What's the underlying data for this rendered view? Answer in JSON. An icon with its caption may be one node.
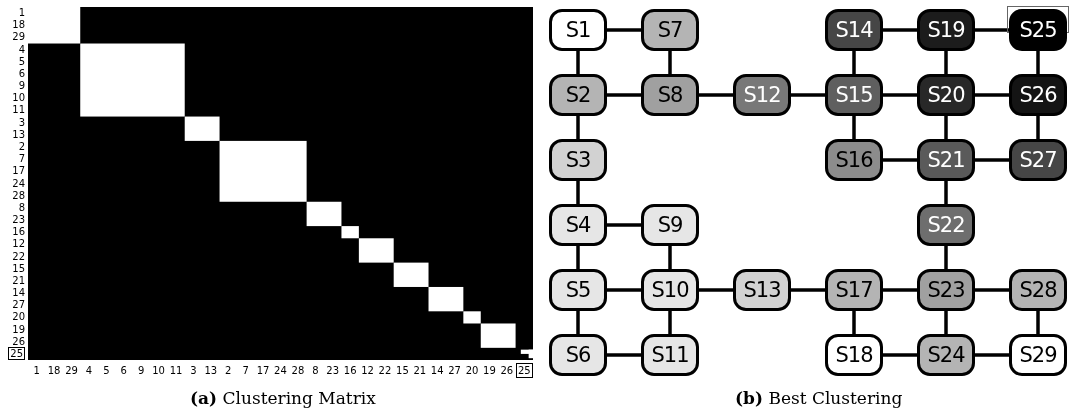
{
  "diagram": {
    "nodes": [
      {
        "text": [
          "S1"
        ]
      },
      {
        "text": [
          "S7"
        ]
      },
      {
        "text": [
          "S14"
        ]
      },
      {
        "text": [
          "S19"
        ]
      },
      {
        "text": [
          "S25"
        ]
      },
      {
        "text": [
          "S2"
        ]
      },
      {
        "text": [
          "S8"
        ]
      },
      {
        "text": [
          "S12"
        ]
      },
      {
        "text": [
          "S15"
        ]
      },
      {
        "text": [
          "S20"
        ]
      },
      {
        "text": [
          "S26"
        ]
      },
      {
        "text": [
          "S3"
        ]
      },
      {
        "text": [
          "S16"
        ]
      },
      {
        "text": [
          "S21"
        ]
      },
      {
        "text": [
          "S27"
        ]
      },
      {
        "text": [
          "S4"
        ]
      },
      {
        "text": [
          "S9"
        ]
      },
      {
        "text": [
          "S22"
        ]
      },
      {
        "text": [
          "S5"
        ]
      },
      {
        "text": [
          "S10"
        ]
      },
      {
        "text": [
          "S13"
        ]
      },
      {
        "text": [
          "S17"
        ]
      },
      {
        "text": [
          "S23"
        ]
      },
      {
        "text": [
          "S28"
        ]
      },
      {
        "text": [
          "S6"
        ]
      },
      {
        "text": [
          "S11"
        ]
      },
      {
        "text": [
          "S18"
        ]
      },
      {
        "text": [
          "S24"
        ]
      },
      {
        "text": [
          "S29"
        ]
      }
    ],
    "edges": [
      {
        "from": 0,
        "to": 1,
        "arrow": "none"
      },
      {
        "from": 0,
        "to": 5,
        "arrow": "none"
      },
      {
        "from": 1,
        "to": 6,
        "arrow": "none"
      },
      {
        "from": 2,
        "to": 3,
        "arrow": "none"
      },
      {
        "from": 3,
        "to": 4,
        "arrow": "none"
      },
      {
        "from": 2,
        "to": 8,
        "arrow": "none"
      },
      {
        "from": 3,
        "to": 9,
        "arrow": "none"
      },
      {
        "from": 4,
        "to": 10,
        "arrow": "none"
      },
      {
        "from": 5,
        "to": 6,
        "arrow": "none"
      },
      {
        "from": 6,
        "to": 7,
        "arrow": "none"
      },
      {
        "from": 7,
        "to": 8,
        "arrow": "none"
      },
      {
        "from": 8,
        "to": 9,
        "arrow": "none"
      },
      {
        "from": 9,
        "to": 10,
        "arrow": "none"
      },
      {
        "from": 5,
        "to": 11,
        "arrow": "none"
      },
      {
        "from": 8,
        "to": 12,
        "arrow": "none"
      },
      {
        "from": 9,
        "to": 13,
        "arrow": "none"
      },
      {
        "from": 10,
        "to": 14,
        "arrow": "none"
      },
      {
        "from": 12,
        "to": 13,
        "arrow": "none"
      },
      {
        "from": 13,
        "to": 14,
        "arrow": "none"
      },
      {
        "from": 11,
        "to": 15,
        "arrow": "none"
      },
      {
        "from": 15,
        "to": 16,
        "arrow": "none"
      },
      {
        "from": 13,
        "to": 17,
        "arrow": "none"
      },
      {
        "from": 15,
        "to": 18,
        "arrow": "none"
      },
      {
        "from": 16,
        "to": 19,
        "arrow": "none"
      },
      {
        "from": 17,
        "to": 22,
        "arrow": "none"
      },
      {
        "from": 18,
        "to": 19,
        "arrow": "none"
      },
      {
        "from": 19,
        "to": 20,
        "arrow": "none"
      },
      {
        "from": 20,
        "to": 21,
        "arrow": "none"
      },
      {
        "from": 21,
        "to": 22,
        "arrow": "none"
      },
      {
        "from": 22,
        "to": 23,
        "arrow": "none"
      },
      {
        "from": 18,
        "to": 24,
        "arrow": "none"
      },
      {
        "from": 19,
        "to": 25,
        "arrow": "none"
      },
      {
        "from": 21,
        "to": 26,
        "arrow": "none"
      },
      {
        "from": 22,
        "to": 27,
        "arrow": "none"
      },
      {
        "from": 23,
        "to": 28,
        "arrow": "none"
      },
      {
        "from": 24,
        "to": 25,
        "arrow": "none"
      },
      {
        "from": 26,
        "to": 27,
        "arrow": "none"
      },
      {
        "from": 27,
        "to": 28,
        "arrow": "none"
      }
    ],
    "labels": [
      "1",
      "18",
      "29",
      "4",
      "5",
      "6",
      "9",
      "10",
      "11",
      "3",
      "13",
      "2",
      "7",
      "17",
      "24",
      "28",
      "8",
      "23",
      "16",
      "12",
      "22",
      "15",
      "21",
      "14",
      "27",
      "20",
      "19",
      "26",
      "25",
      "1",
      "18",
      "29",
      "4",
      "5",
      "6",
      "9",
      "10",
      "11",
      "3",
      "13",
      "2",
      "7",
      "17",
      "24",
      "28",
      "8",
      "23",
      "16",
      "12",
      "22",
      "15",
      "21",
      "14",
      "27",
      "20",
      "19",
      "26",
      "25",
      "**(a)** Clustering Matrix",
      "**(b)** Best Clustering"
    ]
  }
}
